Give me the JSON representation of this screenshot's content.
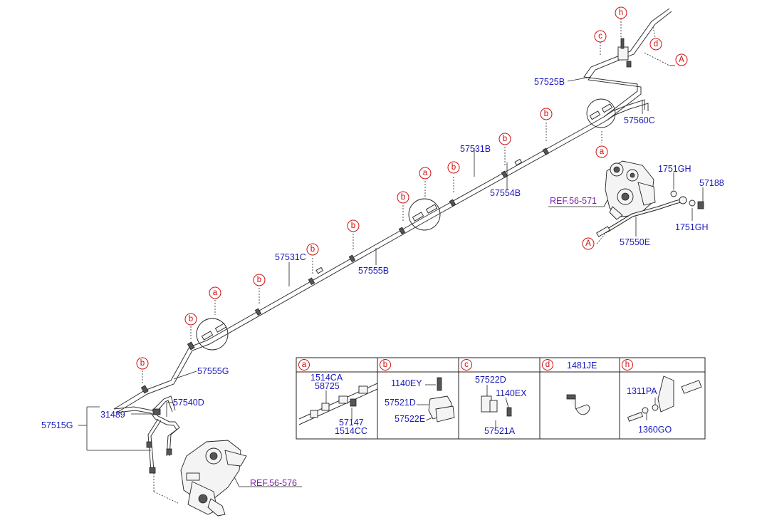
{
  "labels": {
    "p57525B": "57525B",
    "p57560C": "57560C",
    "p57531B": "57531B",
    "p57554B": "57554B",
    "p1751GH_top": "1751GH",
    "p57188": "57188",
    "p1751GH_bot": "1751GH",
    "p57550E": "57550E",
    "p57531C": "57531C",
    "p57555B": "57555B",
    "p57555G": "57555G",
    "p57540D": "57540D",
    "p31489": "31489",
    "p57515G": "57515G",
    "ref_pump": "REF.56-571",
    "ref_gear": "REF.56-576"
  },
  "callout_letters": {
    "a": "a",
    "b": "b",
    "c": "c",
    "d": "d",
    "h": "h",
    "A": "A"
  },
  "detail_table": {
    "headers": [
      {
        "letter": "a",
        "title": ""
      },
      {
        "letter": "b",
        "title": ""
      },
      {
        "letter": "c",
        "title": ""
      },
      {
        "letter": "d",
        "title": "1481JE"
      },
      {
        "letter": "h",
        "title": ""
      }
    ],
    "cell_a": [
      "1514CA",
      "58725",
      "57147",
      "1514CC"
    ],
    "cell_b": [
      "1140EY",
      "57521D",
      "57522E"
    ],
    "cell_c": [
      "57522D",
      "1140EX",
      "57521A"
    ],
    "cell_h": [
      "1311PA",
      "1360GO"
    ]
  },
  "colors": {
    "part_number": "#1a1ab8",
    "callout": "#d01010",
    "reference": "#7a1fa8"
  }
}
